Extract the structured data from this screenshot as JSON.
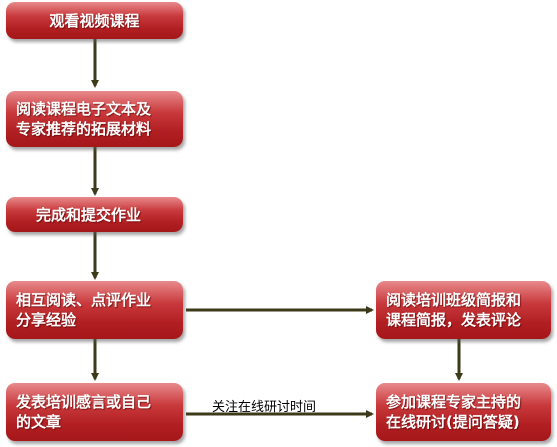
{
  "nodes": {
    "watch_course": "观看视频课程",
    "read_materials": "阅读课程电子文本及\n专家推荐的拓展材料",
    "complete_homework": "完成和提交作业",
    "peer_review": "相互阅读、点评作业\n分享经验",
    "publish_article": "发表培训感言或自己\n的文章",
    "read_briefing": "阅读培训班级简报和\n课程简报，发表评论",
    "join_seminar": "参加课程专家主持的\n在线研讨(提问答疑)"
  },
  "edges": {
    "follow_seminar_label": "关注在线研讨时间"
  },
  "colors": {
    "box_fill": "#b11f22",
    "box_highlight": "#e88a8c",
    "arrow": "#3d3a1a"
  }
}
